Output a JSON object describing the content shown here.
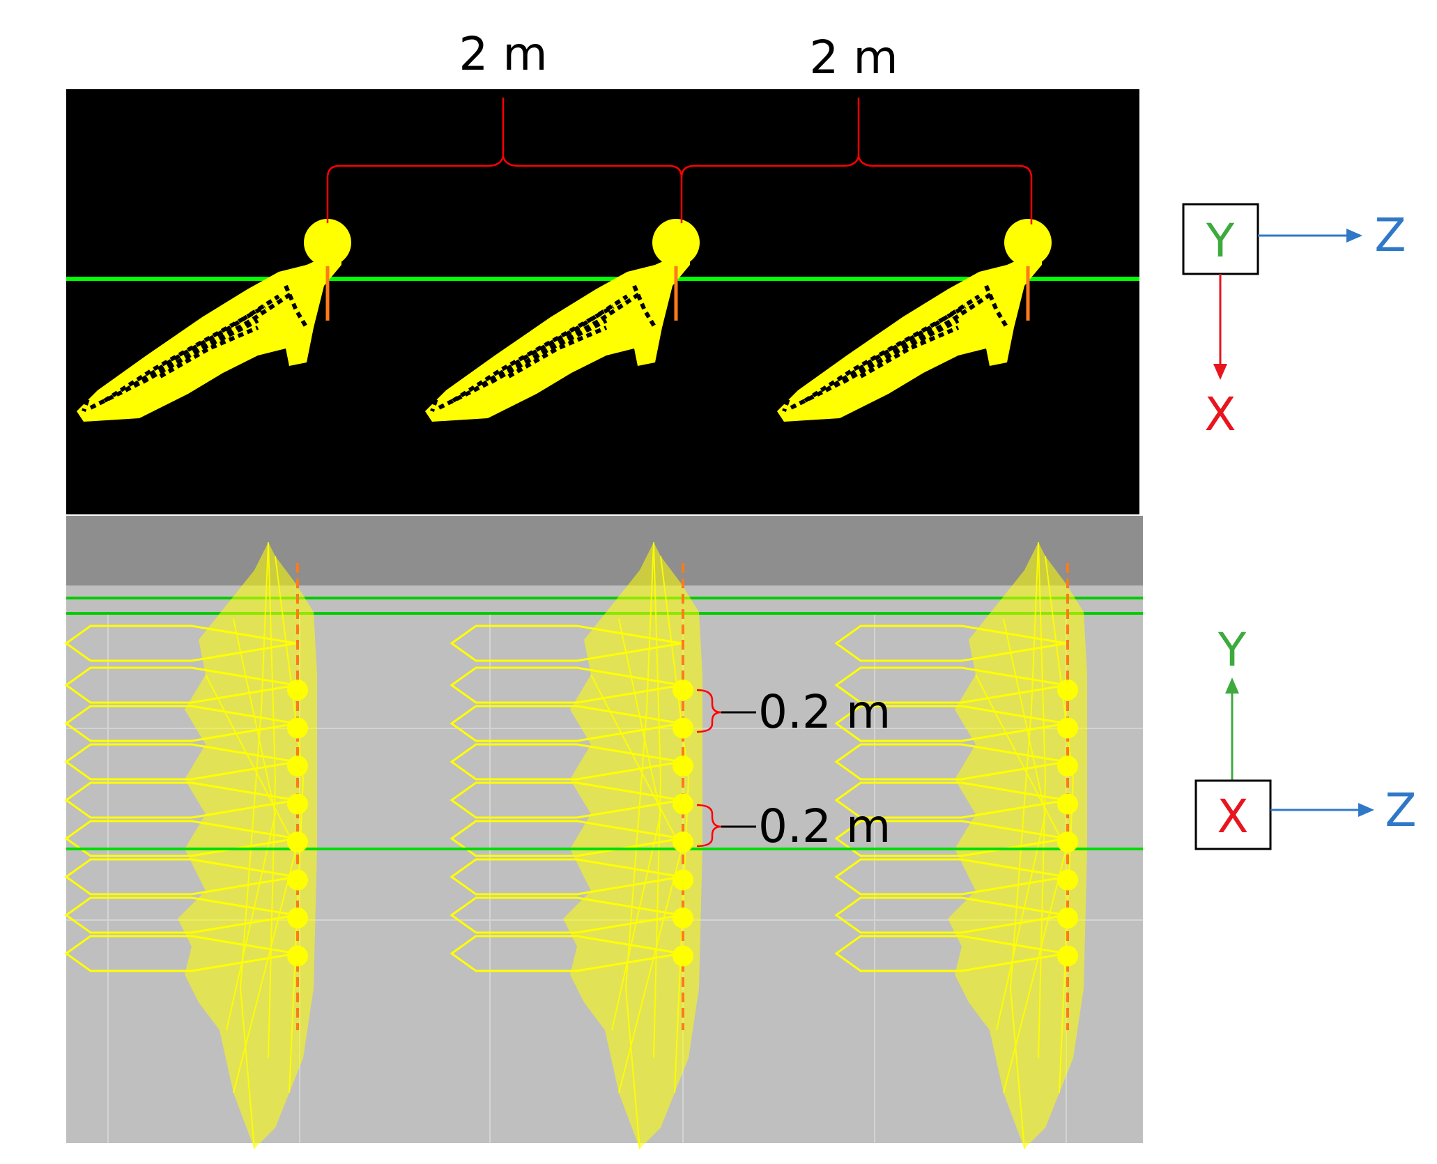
{
  "top_view": {
    "spacing_labels": [
      "2 m",
      "2 m"
    ],
    "emitter_count": 3,
    "colors": {
      "background": "#000000",
      "plume": "#ffff00",
      "guide_line": "#00ff00",
      "bracket": "#ff0000"
    }
  },
  "side_view": {
    "spacing_labels": [
      "0.2 m",
      "0.2 m"
    ],
    "dots_per_column": 8,
    "column_count": 3,
    "colors": {
      "background_upper": "#8e8e8e",
      "background_lower": "#bfbfbf",
      "plume": "#ffff00",
      "guide_line": "#00cc00",
      "bracket": "#ff0000"
    }
  },
  "axes_top": {
    "box": "Y",
    "right": "Z",
    "down": "X",
    "colors": {
      "Y": "#3daa3d",
      "Z": "#2f78c8",
      "X": "#e8141e"
    }
  },
  "axes_bottom": {
    "box": "X",
    "right": "Z",
    "up": "Y",
    "colors": {
      "Y": "#3daa3d",
      "Z": "#2f78c8",
      "X": "#e8141e"
    }
  }
}
